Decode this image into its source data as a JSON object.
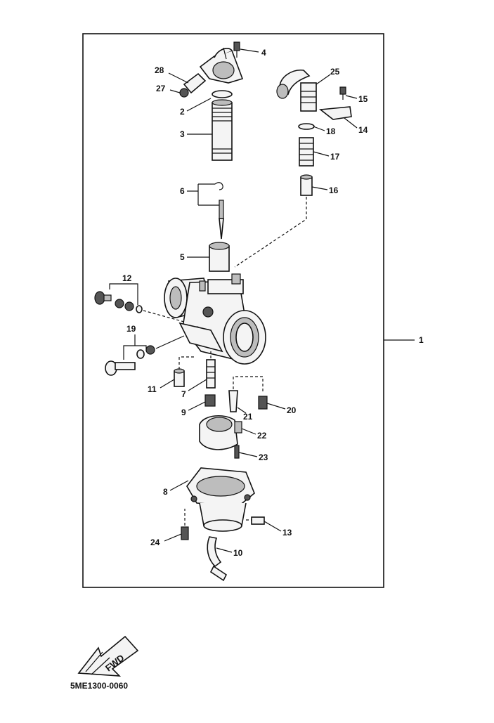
{
  "diagram": {
    "callouts": [
      "1",
      "2",
      "3",
      "4",
      "5",
      "6",
      "7",
      "8",
      "9",
      "10",
      "11",
      "12",
      "13",
      "14",
      "15",
      "16",
      "17",
      "18",
      "19",
      "20",
      "21",
      "22",
      "23",
      "24",
      "25",
      "27",
      "28"
    ],
    "fwd_label": "FWD",
    "figure_code": "5ME1300-0060"
  }
}
